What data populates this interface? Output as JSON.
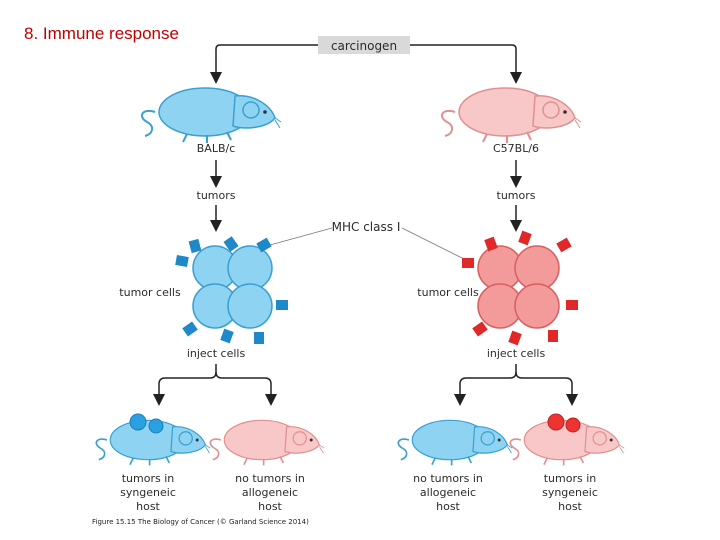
{
  "slide": {
    "title": "8. Immune response"
  },
  "diagram": {
    "top_label": "carcinogen",
    "strains": {
      "left": "BALB/c",
      "right": "C57BL/6"
    },
    "tumors_label": "tumors",
    "mhc_label": "MHC class I",
    "tumor_cells_label": "tumor cells",
    "inject_label": "inject cells",
    "outcomes": [
      [
        "tumors in",
        "syngeneic",
        "host"
      ],
      [
        "no tumors in",
        "allogeneic",
        "host"
      ],
      [
        "no tumors in",
        "allogeneic",
        "host"
      ],
      [
        "tumors in",
        "syngeneic",
        "host"
      ]
    ]
  },
  "caption": "Figure 15.15 The Biology of Cancer (© Garland Science 2014)",
  "colors": {
    "blue_fill": "#8fd3f2",
    "blue_stroke": "#3aa0d0",
    "blue_dark": "#1e88c9",
    "pink_fill": "#f8c8c8",
    "pink_stroke": "#e09090",
    "red_fill": "#f39a9a",
    "red_stroke": "#d86060",
    "red_dark": "#e02828",
    "title_red": "#c00000"
  }
}
